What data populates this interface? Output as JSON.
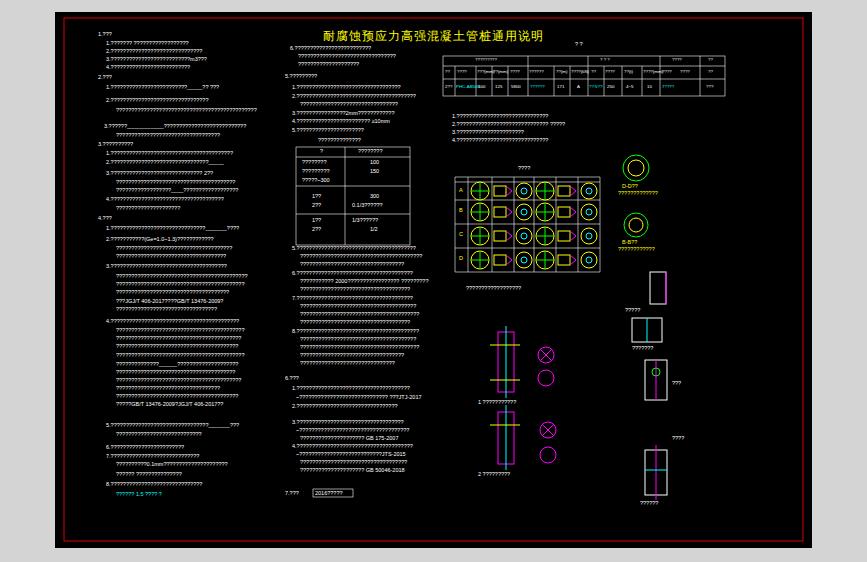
{
  "diagram": {
    "title": "耐腐蚀预应力高强混凝土管桩通用说明",
    "labels": [
      "1.???",
      "1.???????  ??????????????????",
      "2.??????????????????????????????",
      "3.??????????????????????????m3???",
      "4.??????????????????????????",
      "2.???",
      "1.?????????????????????????_____?? ???",
      "2.????????????????????????????????",
      "??????????????????????????????????????????????",
      "3.??????____________???????????????????????????",
      "??????????????????????????????????",
      "3.??????????",
      "1.????????????????????????????????????????",
      "2.????????????????????????????????_____",
      "3.?????????????????????????????? 2??",
      "???????????????????????????????????????",
      "??????????????????____??????????????????",
      "4.?????????????????????????????????????",
      "?????????????????????",
      "4.???",
      "1.???????????????????????????????_______????",
      "2.???????????(Ge=1.0~1.3)????????????",
      "??????????????????????????????????????",
      "????????????????????????????????????",
      "3.??????????????????????????????????????",
      "???????????????????????????????????????????",
      "??????????????????????????????????????????",
      "?????????????????????????????????????",
      "???JGJ/T 406-2017????GB/T 13476-2009?",
      "?????????????????????????????????",
      "4.??????????????????????????????????????????",
      "??????????????????????????????????????????",
      "?????????????????????????????????????????",
      "????????????????????????????????????????",
      "??????????????????????????????????????????",
      "??????????????______????????????????????",
      "???????????????????????????????????????",
      "?????????????????????????????????????????",
      "??????????????????????????????????",
      "????????????????????????????????????????",
      "?????GB/T 13476-2009?JGJ/T 406-2017??",
      "5.????????????????????????????????_______???",
      "????????????????????????????",
      "6.????????????????????????",
      "7.?????????????????????????????",
      "??????????0.1mm?????????????????????",
      "??????  ???????????????",
      "8.??????????????????????????????",
      "??????  1.5  ????  ?",
      "6.?????????????????????????",
      "????????????????????????????????",
      "????????????????????",
      "5.?????????",
      "1.??????????????????????????????????",
      "2.???????????????????????????????????????",
      "????????????????????????????????",
      "3.????????????????2mm????????????",
      "4.???????????????????????? ≥10mm",
      "5.??????????????????????",
      "??????????????",
      "?",
      "????????",
      "????????",
      "100",
      "?????????",
      "150",
      "?????~300",
      "1??",
      "300",
      "2??",
      "0.1/3??????",
      "1??",
      "1/3??????",
      "2??",
      "1/2",
      "5.???????????????????????????????????????",
      "????????????????????????????????????????",
      "??????????????????????????????????",
      "6.??????????????????????????????????????",
      "??????????? 2000?????????????????  ?????????",
      "????????????????????????????????????",
      "7.??????????????????????????????????????",
      "??????????????????????????????????????",
      "???????????????????????????????????????",
      "????????????????????????????????????",
      "8.????????????????????????????????????????",
      "??????????????????????????????????????",
      "???????????????????????????????????????",
      "??????????????????????????????????",
      "???????????????????????????????",
      "6.???",
      "1.?????????????????????????????????????",
      "~????????????????????????????? ???JTJ-2017",
      "2.?????????????????????????????????",
      "3.???????????????????????????????????",
      "~????????????????????????????????????",
      "????????????????????? GB 175-2007",
      "4.??????????????????????????????????????",
      "~???????????????????????????JTS-2015",
      "???????????????????????????????????",
      "????????????????????? GB 50046-2018",
      "7.???",
      "2016?????",
      "?  ?",
      "?????????",
      "? ? ?",
      "????",
      "??",
      "??",
      "????",
      "???(mm)",
      "??(mm)",
      "????",
      "??????",
      "??(m)",
      "????(kN)",
      "??",
      "????",
      "??(t)",
      "????(mm)",
      "????",
      "????",
      "??",
      "2??",
      "PHC-AB500",
      "500",
      "125",
      "5800",
      "??????",
      "171",
      "A",
      "??:5??",
      "250",
      "4~5",
      "10",
      "7????",
      "???",
      "1.??????????????????????????????",
      "2.?????????????????????????????? ?????",
      "3.??????????????????????",
      "4.??????????????????????????????",
      "????",
      "A",
      "B",
      "C",
      "D",
      "??????????????????",
      "D-D??",
      "?????????????",
      "B-B??",
      "????????????",
      "1 ???????????",
      "2 ?????????",
      "?????",
      "???????",
      "???",
      "????",
      "??????"
    ]
  }
}
